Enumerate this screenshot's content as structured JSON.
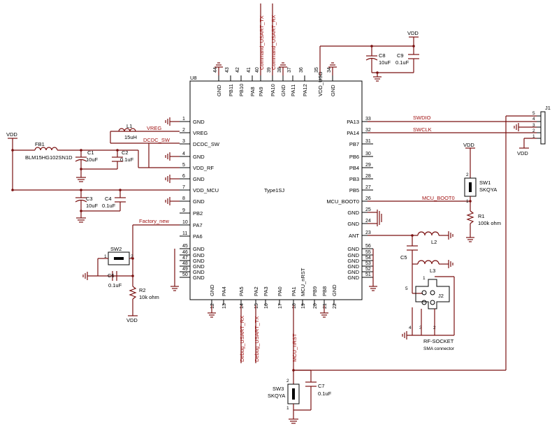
{
  "chip": {
    "ref": "U8",
    "part": "Type1SJ"
  },
  "left_pins": [
    {
      "num": "1",
      "name": "GND"
    },
    {
      "num": "2",
      "name": "VREG"
    },
    {
      "num": "3",
      "name": "DCDC_SW"
    },
    {
      "num": "4",
      "name": "GND"
    },
    {
      "num": "5",
      "name": "VDD_RF"
    },
    {
      "num": "6",
      "name": "GND"
    },
    {
      "num": "7",
      "name": "VDD_MCU"
    },
    {
      "num": "8",
      "name": "GND"
    },
    {
      "num": "9",
      "name": "PB2"
    },
    {
      "num": "10",
      "name": "PA7"
    },
    {
      "num": "11",
      "name": "PA6"
    },
    {
      "num": "45",
      "name": "GND"
    },
    {
      "num": "46",
      "name": "GND"
    },
    {
      "num": "47",
      "name": "GND"
    },
    {
      "num": "48",
      "name": "GND"
    },
    {
      "num": "49",
      "name": "GND"
    },
    {
      "num": "50",
      "name": "GND"
    }
  ],
  "right_pins": [
    {
      "num": "33",
      "name": "PA13"
    },
    {
      "num": "32",
      "name": "PA14"
    },
    {
      "num": "31",
      "name": "PB7"
    },
    {
      "num": "30",
      "name": "PB6"
    },
    {
      "num": "29",
      "name": "PB4"
    },
    {
      "num": "28",
      "name": "PB3"
    },
    {
      "num": "27",
      "name": "PB5"
    },
    {
      "num": "26",
      "name": "MCU_BOOT0"
    },
    {
      "num": "25",
      "name": "GND"
    },
    {
      "num": "24",
      "name": "GND"
    },
    {
      "num": "23",
      "name": "ANT"
    },
    {
      "num": "56",
      "name": "GND"
    },
    {
      "num": "55",
      "name": "GND"
    },
    {
      "num": "54",
      "name": "GND"
    },
    {
      "num": "53",
      "name": "GND"
    },
    {
      "num": "52",
      "name": "GND"
    },
    {
      "num": "51",
      "name": "GND"
    }
  ],
  "top_pins": [
    {
      "num": "44",
      "name": "GND"
    },
    {
      "num": "43",
      "name": "PB11"
    },
    {
      "num": "42",
      "name": "PB10"
    },
    {
      "num": "41",
      "name": "PA8"
    },
    {
      "num": "40",
      "name": "PA9"
    },
    {
      "num": "39",
      "name": "PA10"
    },
    {
      "num": "38",
      "name": "GND"
    },
    {
      "num": "37",
      "name": "PA11"
    },
    {
      "num": "36",
      "name": "PA12"
    },
    {
      "num": "35",
      "name": "VDD_USB"
    },
    {
      "num": "34",
      "name": "GND"
    }
  ],
  "bottom_pins": [
    {
      "num": "12",
      "name": "GND"
    },
    {
      "num": "13",
      "name": "PA4"
    },
    {
      "num": "14",
      "name": "PA5"
    },
    {
      "num": "15",
      "name": "PA2"
    },
    {
      "num": "16",
      "name": "PA3"
    },
    {
      "num": "17",
      "name": "PA0"
    },
    {
      "num": "18",
      "name": "PA1"
    },
    {
      "num": "19",
      "name": "MCU_nRST"
    },
    {
      "num": "20",
      "name": "PB9"
    },
    {
      "num": "21",
      "name": "PB8"
    },
    {
      "num": "22",
      "name": "GND"
    }
  ],
  "nets": {
    "cmd_tx": "Command_USART_TX",
    "cmd_rx": "Command_USART_RX",
    "vreg": "VREG",
    "dcdc": "DCDC_SW",
    "factory": "Factory_new",
    "swdio": "SWDIO",
    "swclk": "SWCLK",
    "boot": "MCU_BOOT0",
    "dbg_rx": "Debug_USART_RX",
    "dbg_tx": "Debug_USART_TX",
    "nrst": "MCU_nRST"
  },
  "parts": {
    "vdd": "VDD",
    "l1_ref": "L1",
    "l1_val": "15uH",
    "fb1_ref": "FB1",
    "fb1_val": "BLM15HG102SN1D",
    "c1_ref": "C1",
    "c1_val": "10uF",
    "c2_ref": "C2",
    "c2_val": "0.1uF",
    "c3_ref": "C3",
    "c3_val": "10uF",
    "c4_ref": "C4",
    "c4_val": "0.1uF",
    "c8_ref": "C8",
    "c8_val": "10uF",
    "c9_ref": "C9",
    "c9_val": "0.1uF",
    "sw1_ref": "SW1",
    "sw1_val": "SKQYA",
    "r1_ref": "R1",
    "r1_val": "100k ohm",
    "sw2_ref": "SW2",
    "c6_ref": "C6",
    "c6_val": "0.1uF",
    "r2_ref": "R2",
    "r2_val": "10k ohm",
    "l2_ref": "L2",
    "l3_ref": "L3",
    "c5_ref": "C5",
    "j2_ref": "J2",
    "j2_val": "RF-SOCKET",
    "j2_desc": "SMA connector",
    "j1_ref": "J1",
    "sw3_ref": "SW3",
    "sw3_val": "SKQYA",
    "c7_ref": "C7",
    "c7_val": "0.1uF"
  }
}
